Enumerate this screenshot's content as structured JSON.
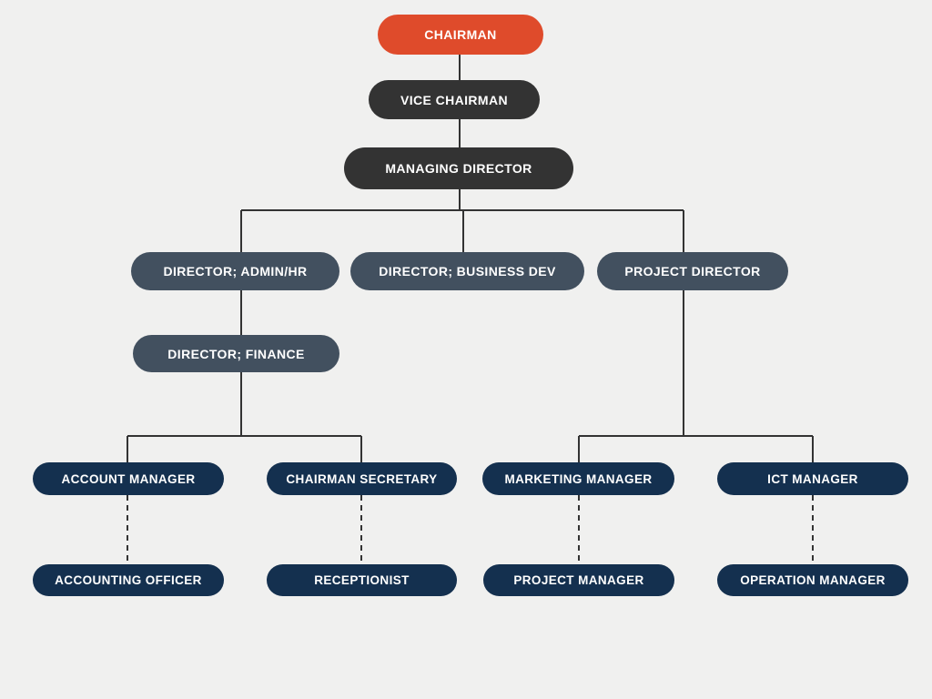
{
  "chart": {
    "type": "org-chart",
    "palette": {
      "background": "#F0F0EF",
      "chairman": "#DF4B2B",
      "executive": "#333333",
      "director": "#42505F",
      "manager": "#14304F",
      "connector": "#333333",
      "text": "#FFFFFF"
    },
    "nodes": {
      "chairman": {
        "label": "CHAIRMAN",
        "tier": "chairman"
      },
      "vice_chairman": {
        "label": "VICE CHAIRMAN",
        "tier": "executive"
      },
      "managing_director": {
        "label": "MANAGING DIRECTOR",
        "tier": "executive"
      },
      "director_admin_hr": {
        "label": "DIRECTOR; ADMIN/HR",
        "tier": "director"
      },
      "director_business_dev": {
        "label": "DIRECTOR; BUSINESS DEV",
        "tier": "director"
      },
      "project_director": {
        "label": "PROJECT DIRECTOR",
        "tier": "director"
      },
      "director_finance": {
        "label": "DIRECTOR; FINANCE",
        "tier": "director"
      },
      "account_manager": {
        "label": "ACCOUNT MANAGER",
        "tier": "manager"
      },
      "chairman_secretary": {
        "label": "CHAIRMAN SECRETARY",
        "tier": "manager"
      },
      "marketing_manager": {
        "label": "MARKETING MANAGER",
        "tier": "manager"
      },
      "ict_manager": {
        "label": "ICT MANAGER",
        "tier": "manager"
      },
      "accounting_officer": {
        "label": "ACCOUNTING OFFICER",
        "tier": "manager"
      },
      "receptionist": {
        "label": "RECEPTIONIST",
        "tier": "manager"
      },
      "project_manager": {
        "label": "PROJECT MANAGER",
        "tier": "manager"
      },
      "operation_manager": {
        "label": "OPERATION MANAGER",
        "tier": "manager"
      }
    },
    "edges": [
      {
        "from": "chairman",
        "to": "vice_chairman",
        "style": "solid"
      },
      {
        "from": "vice_chairman",
        "to": "managing_director",
        "style": "solid"
      },
      {
        "from": "managing_director",
        "to": "director_admin_hr",
        "style": "solid"
      },
      {
        "from": "managing_director",
        "to": "director_business_dev",
        "style": "solid"
      },
      {
        "from": "managing_director",
        "to": "project_director",
        "style": "solid"
      },
      {
        "from": "director_admin_hr",
        "to": "director_finance",
        "style": "solid"
      },
      {
        "from": "director_finance",
        "to": "account_manager",
        "style": "solid"
      },
      {
        "from": "director_finance",
        "to": "chairman_secretary",
        "style": "solid"
      },
      {
        "from": "project_director",
        "to": "marketing_manager",
        "style": "solid"
      },
      {
        "from": "project_director",
        "to": "ict_manager",
        "style": "solid"
      },
      {
        "from": "account_manager",
        "to": "accounting_officer",
        "style": "dashed"
      },
      {
        "from": "chairman_secretary",
        "to": "receptionist",
        "style": "dashed"
      },
      {
        "from": "marketing_manager",
        "to": "project_manager",
        "style": "dashed"
      },
      {
        "from": "ict_manager",
        "to": "operation_manager",
        "style": "dashed"
      }
    ]
  }
}
